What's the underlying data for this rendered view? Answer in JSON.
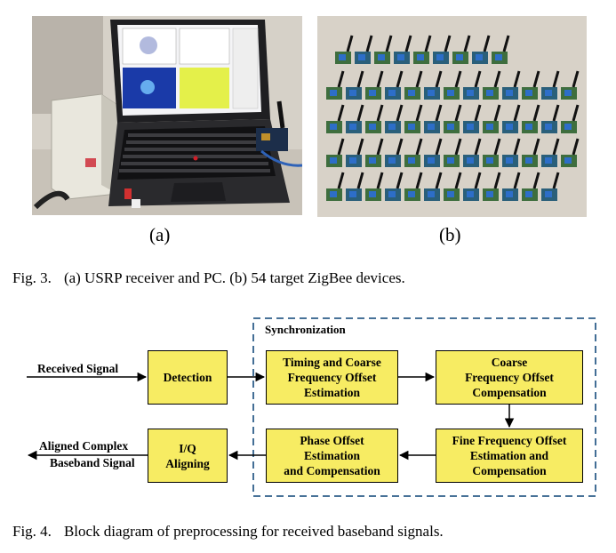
{
  "figure3": {
    "sublabel_a": "(a)",
    "sublabel_b": "(b)",
    "caption_number": "Fig. 3.",
    "caption_text": "(a) USRP receiver and PC. (b) 54 target ZigBee devices."
  },
  "figure4": {
    "sync_label": "Synchronization",
    "blocks": {
      "detection": "Detection",
      "timing": "Timing and Coarse\nFrequency Offset\nEstimation",
      "coarse_comp": "Coarse\nFrequency Offset\nCompensation",
      "fine": "Fine Frequency Offset\nEstimation and\nCompensation",
      "phase": "Phase Offset\nEstimation\nand Compensation",
      "iq": "I/Q\nAligning"
    },
    "received_signal": "Received Signal",
    "aligned_line1": "Aligned Complex",
    "aligned_line2": "Baseband Signal",
    "caption_number": "Fig. 4.",
    "caption_text": "Block diagram of preprocessing for received baseband signals."
  },
  "colors": {
    "block_fill": "#f7ec63",
    "dashed_border": "#2f5f8a"
  }
}
